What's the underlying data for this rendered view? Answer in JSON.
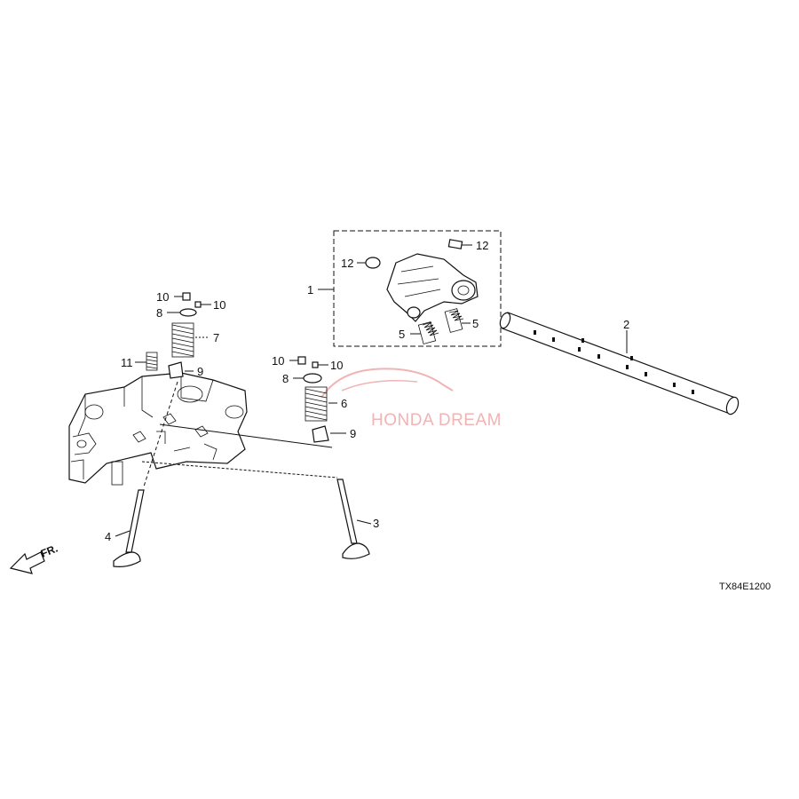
{
  "diagram": {
    "callouts": {
      "c1": "1",
      "c2": "2",
      "c3": "3",
      "c4": "4",
      "c5a": "5",
      "c5b": "5",
      "c6": "6",
      "c7": "7",
      "c8a": "8",
      "c8b": "8",
      "c9a": "9",
      "c9b": "9",
      "c10a": "10",
      "c10b": "10",
      "c10c": "10",
      "c10d": "10",
      "c11": "11",
      "c12a": "12",
      "c12b": "12"
    },
    "front_marker": "FR.",
    "diagram_code": "TX84E1200",
    "watermark": "HONDA DREAM"
  },
  "colors": {
    "line": "#111111",
    "watermark": "#f1b3b3",
    "background": "#ffffff"
  }
}
